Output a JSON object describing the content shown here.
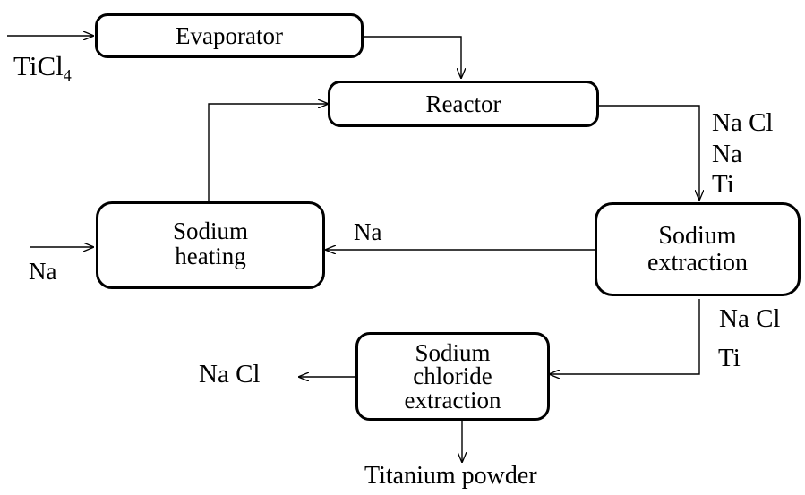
{
  "nodes": {
    "evaporator": "Evaporator",
    "reactor": "Reactor",
    "sodium_heating": [
      "Sodium",
      "heating"
    ],
    "sodium_extraction": [
      "Sodium",
      "extraction"
    ],
    "sodium_chloride_extraction": [
      "Sodium",
      "chloride",
      "extraction"
    ]
  },
  "labels": {
    "ticl4": {
      "main": "TiCl",
      "sub": "4"
    },
    "na_input": "Na",
    "reactor_out_nacl": "Na Cl",
    "reactor_out_na": "Na",
    "reactor_out_ti": "Ti",
    "na_recycle": "Na",
    "extraction_out_nacl": "Na Cl",
    "extraction_out_ti": "Ti",
    "nacl_output": "Na Cl",
    "titanium_powder": "Titanium powder"
  },
  "colors": {
    "stroke": "#000000",
    "background": "#ffffff"
  }
}
